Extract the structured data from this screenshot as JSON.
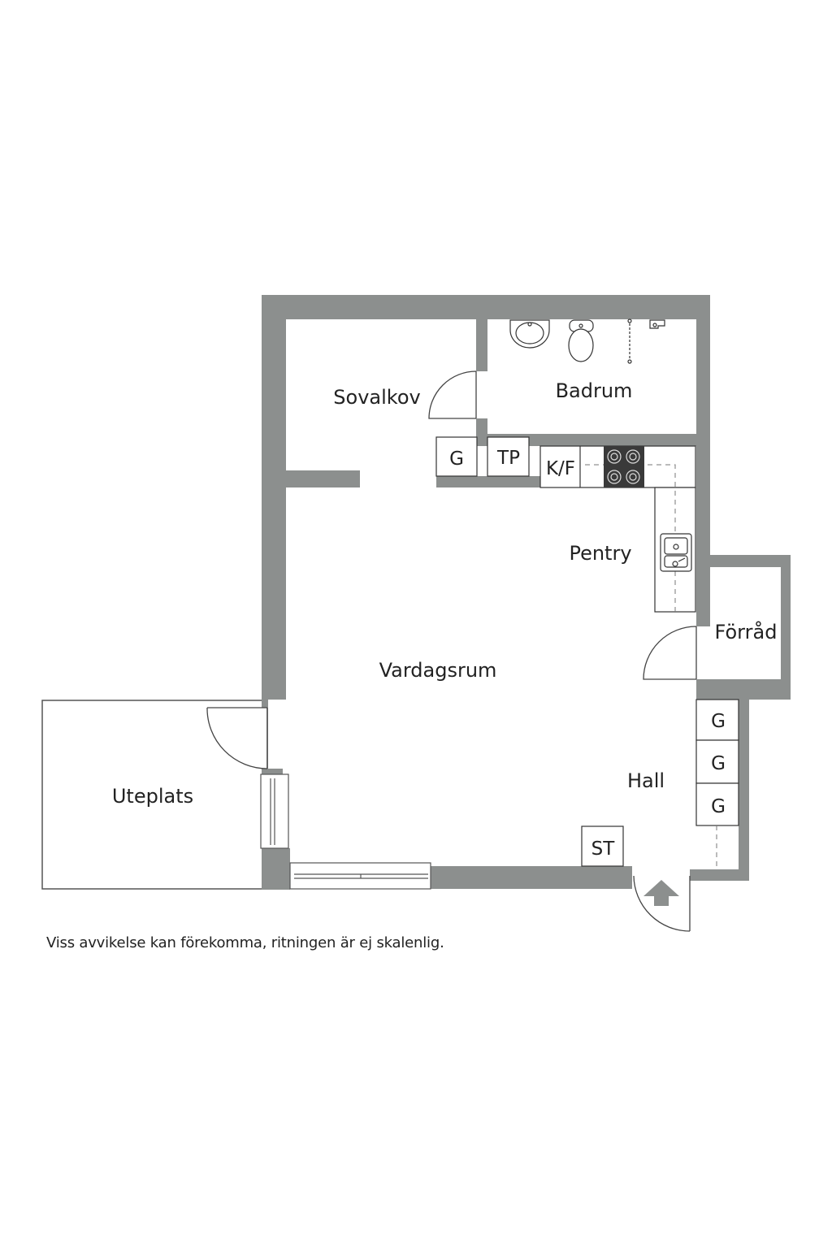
{
  "rooms": {
    "sovalkov": "Sovalkov",
    "badrum": "Badrum",
    "pentry": "Pentry",
    "vardagsrum": "Vardagsrum",
    "forrad": "Förråd",
    "hall": "Hall",
    "uteplats": "Uteplats"
  },
  "fixtures": {
    "wardrobe_sovalkov": "G",
    "tp": "TP",
    "kf": "K/F",
    "wardrobe_hall_1": "G",
    "wardrobe_hall_2": "G",
    "wardrobe_hall_3": "G",
    "st": "ST"
  },
  "disclaimer": "Viss avvikelse kan förekomma, ritningen är ej skalenlig.",
  "colors": {
    "wall": "#8c8f8e",
    "line": "#333333",
    "stove": "#3a3a3a"
  }
}
